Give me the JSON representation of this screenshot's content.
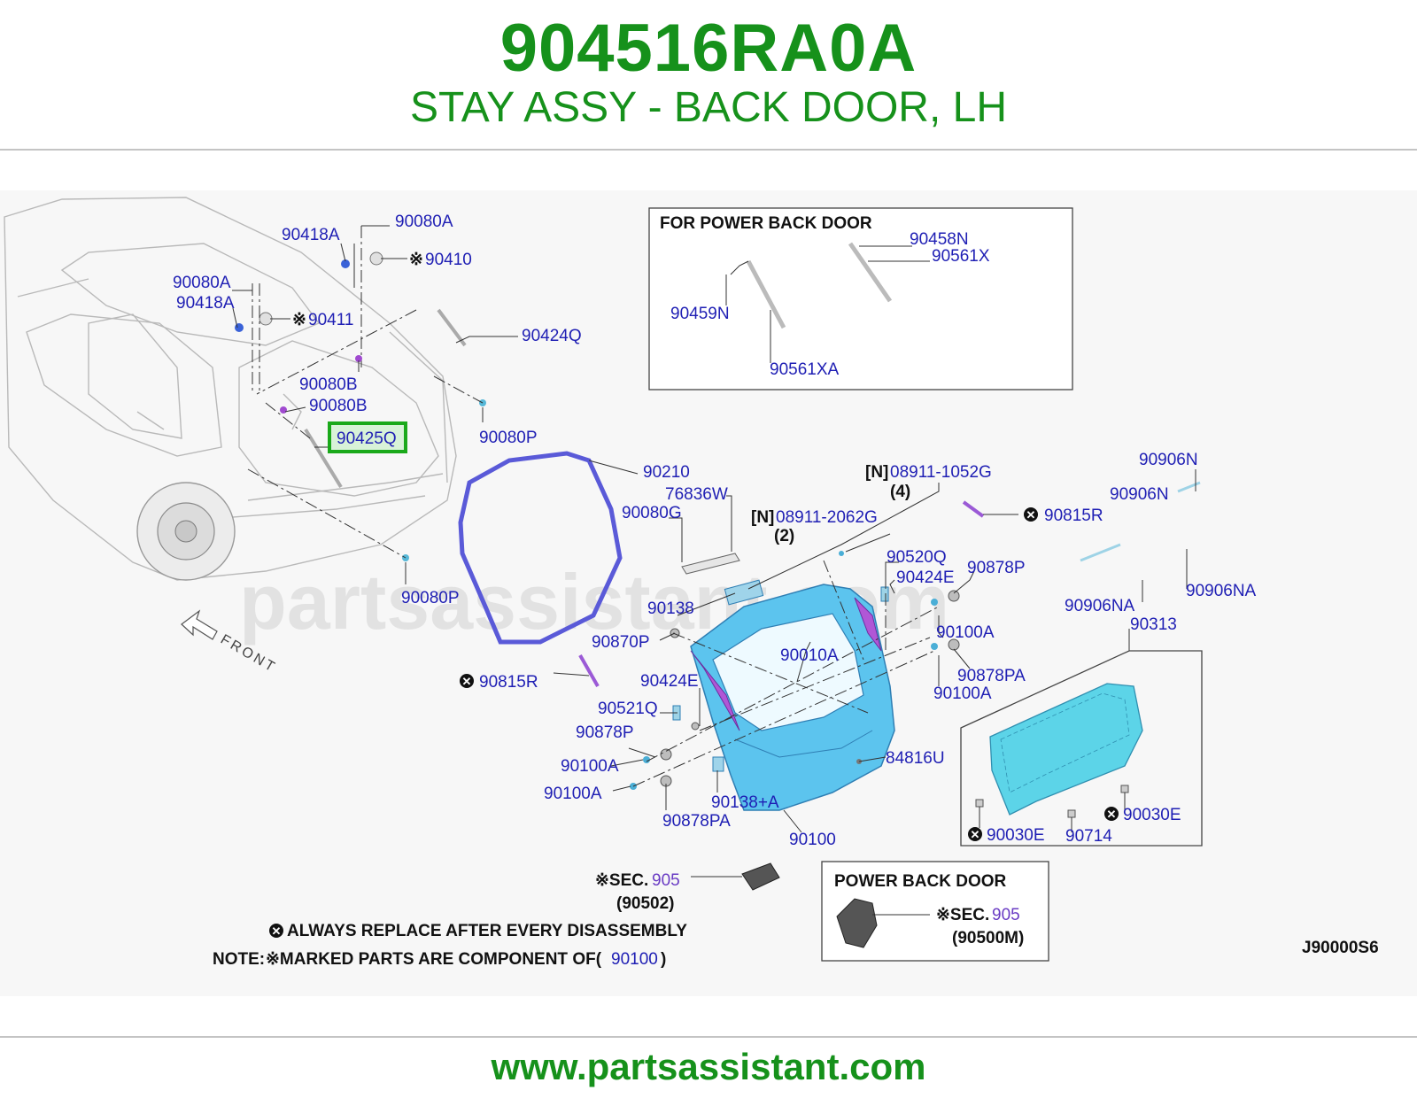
{
  "header": {
    "part_number": "904516RA0A",
    "part_title": "STAY ASSY - BACK DOOR, LH"
  },
  "watermark": "partsassistant.com",
  "highlight_color": "#1aa91a",
  "brand_color": "#16911b",
  "labels": {
    "l90418A_1": "90418A",
    "l90080A_1": "90080A",
    "l90410": "90410",
    "l90080A_2": "90080A",
    "l90418A_2": "90418A",
    "l90411": "90411",
    "l90424Q": "90424Q",
    "l90080B_1": "90080B",
    "l90080B_2": "90080B",
    "l90425Q": "90425Q",
    "l90080P_1": "90080P",
    "l90080P_2": "90080P",
    "l90210": "90210",
    "l76836W": "76836W",
    "l90080G": "90080G",
    "l08911_1052G": "08911-1052G",
    "l08911_1052G_qty": "(4)",
    "l08911_2062G": "08911-2062G",
    "l08911_2062G_qty": "(2)",
    "l90906N_1": "90906N",
    "l90906N_2": "90906N",
    "l90815R_1": "90815R",
    "l90520Q": "90520Q",
    "l90878P_1": "90878P",
    "l90424E_1": "90424E",
    "l90138": "90138",
    "l90906NA_1": "90906NA",
    "l90906NA_2": "90906NA",
    "l90313": "90313",
    "l90870P": "90870P",
    "l90100A_1": "90100A",
    "l90010A": "90010A",
    "l90878PA_1": "90878PA",
    "l90100A_2": "90100A",
    "l90815R_2": "90815R",
    "l90424E_2": "90424E",
    "l90521Q": "90521Q",
    "l90878P_2": "90878P",
    "l90100A_3": "90100A",
    "l84816U": "84816U",
    "l90100A_4": "90100A",
    "l90138A": "90138+A",
    "l90878PA_2": "90878PA",
    "l90100": "90100",
    "l90030E_1": "90030E",
    "l90714": "90714",
    "l90030E_2": "90030E",
    "front": "FRONT"
  },
  "power_back_door_box": {
    "title": "FOR POWER BACK DOOR",
    "l90458N": "90458N",
    "l90561X": "90561X",
    "l90459N": "90459N",
    "l90561XA": "90561XA"
  },
  "n_mark": "[N]",
  "sec_left": {
    "prefix": "※SEC.",
    "num": "905",
    "sub": "(90502)"
  },
  "power_box": {
    "title": "POWER BACK DOOR",
    "prefix": "※SEC.",
    "num": "905",
    "sub": "(90500M)"
  },
  "notes": {
    "replace": "ALWAYS REPLACE AFTER EVERY DISASSEMBLY",
    "note_prefix": "NOTE:",
    "marked": "※MARKED PARTS ARE COMPONENT OF(",
    "marked_part": "90100",
    "marked_end": ")"
  },
  "ref_code": "J90000S6",
  "footer": {
    "url": "www.partsassistant.com"
  },
  "markers": {
    "ref_mark": "※"
  }
}
